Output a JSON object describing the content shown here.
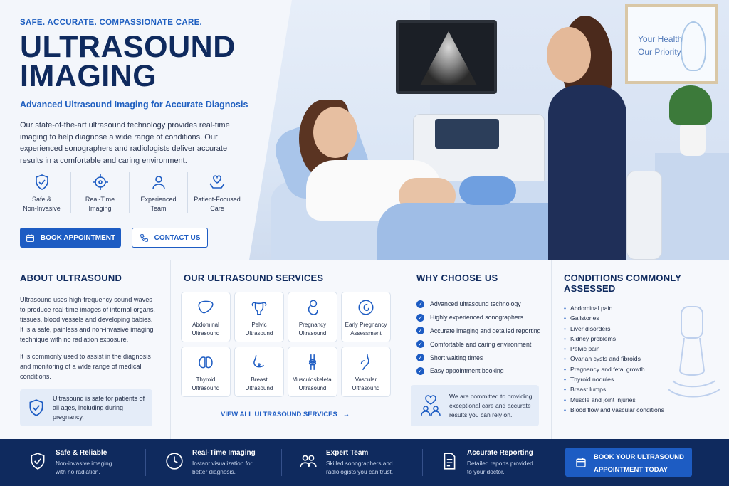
{
  "hero": {
    "tagline": "SAFE. ACCURATE. COMPASSIONATE CARE.",
    "title_line1": "ULTRASOUND",
    "title_line2": "IMAGING",
    "subtitle": "Advanced Ultrasound Imaging for Accurate Diagnosis",
    "description1": "Our state-of-the-art ultrasound technology provides real-time imaging to help diagnose a wide range of conditions.",
    "description2": "Our experienced sonographers and radiologists deliver accurate results in a comfortable and caring environment.",
    "features": [
      {
        "icon": "shield-check-icon",
        "line1": "Safe &",
        "line2": "Non-Invasive"
      },
      {
        "icon": "crosshair-icon",
        "line1": "Real-Time",
        "line2": "Imaging"
      },
      {
        "icon": "person-icon",
        "line1": "Experienced",
        "line2": "Team"
      },
      {
        "icon": "heart-hands-icon",
        "line1": "Patient-Focused",
        "line2": "Care"
      }
    ],
    "book_button": "BOOK APPOINTMENT",
    "contact_button": "CONTACT US",
    "poster_line1": "Your Health",
    "poster_line2": "Our Priority"
  },
  "about": {
    "heading": "ABOUT ULTRASOUND",
    "para1": "Ultrasound uses high-frequency sound waves to produce real-time images of internal organs, tissues, blood vessels and developing babies. It is a safe, painless and non-invasive imaging technique with no radiation exposure.",
    "para2": "It is commonly used to assist in the diagnosis and monitoring of a wide range of medical conditions.",
    "note": "Ultrasound is safe for patients of all ages, including during pregnancy."
  },
  "services": {
    "heading": "OUR ULTRASOUND SERVICES",
    "items": [
      {
        "icon": "liver-icon",
        "line1": "Abdominal",
        "line2": "Ultrasound"
      },
      {
        "icon": "uterus-icon",
        "line1": "Pelvic",
        "line2": "Ultrasound"
      },
      {
        "icon": "fetus-icon",
        "line1": "Pregnancy",
        "line2": "Ultrasound"
      },
      {
        "icon": "baby-scan-icon",
        "line1": "Early Pregnancy",
        "line2": "Assessment"
      },
      {
        "icon": "thyroid-icon",
        "line1": "Thyroid",
        "line2": "Ultrasound"
      },
      {
        "icon": "breast-icon",
        "line1": "Breast",
        "line2": "Ultrasound"
      },
      {
        "icon": "joint-icon",
        "line1": "Musculoskeletal",
        "line2": "Ultrasound"
      },
      {
        "icon": "vessel-icon",
        "line1": "Vascular",
        "line2": "Ultrasound"
      }
    ],
    "view_all": "VIEW ALL ULTRASOUND SERVICES"
  },
  "why": {
    "heading": "WHY CHOOSE US",
    "items": [
      "Advanced ultrasound technology",
      "Highly experienced sonographers",
      "Accurate imaging and detailed reporting",
      "Comfortable and caring environment",
      "Short waiting times",
      "Easy appointment booking"
    ],
    "commitment": "We are committed to providing exceptional care and accurate results you can rely on."
  },
  "conditions": {
    "heading": "CONDITIONS COMMONLY ASSESSED",
    "items": [
      "Abdominal pain",
      "Gallstones",
      "Liver disorders",
      "Kidney problems",
      "Pelvic pain",
      "Ovarian cysts and fibroids",
      "Pregnancy and fetal growth",
      "Thyroid nodules",
      "Breast lumps",
      "Muscle and joint injuries",
      "Blood flow and vascular conditions"
    ]
  },
  "footer": {
    "items": [
      {
        "icon": "shield-check-icon",
        "title": "Safe & Reliable",
        "line1": "Non-invasive imaging",
        "line2": "with no radiation."
      },
      {
        "icon": "clock-icon",
        "title": "Real-Time Imaging",
        "line1": "Instant visualization for",
        "line2": "better diagnosis."
      },
      {
        "icon": "team-icon",
        "title": "Expert Team",
        "line1": "Skilled sonographers and",
        "line2": "radiologists you can trust."
      },
      {
        "icon": "report-icon",
        "title": "Accurate Reporting",
        "line1": "Detailed reports provided",
        "line2": "to your doctor."
      }
    ],
    "cta_line1": "BOOK YOUR ULTRASOUND",
    "cta_line2": "APPOINTMENT TODAY"
  },
  "colors": {
    "navy": "#0f2a5e",
    "accent_blue": "#1d5cc3",
    "light_panel": "#e4ecf8"
  }
}
